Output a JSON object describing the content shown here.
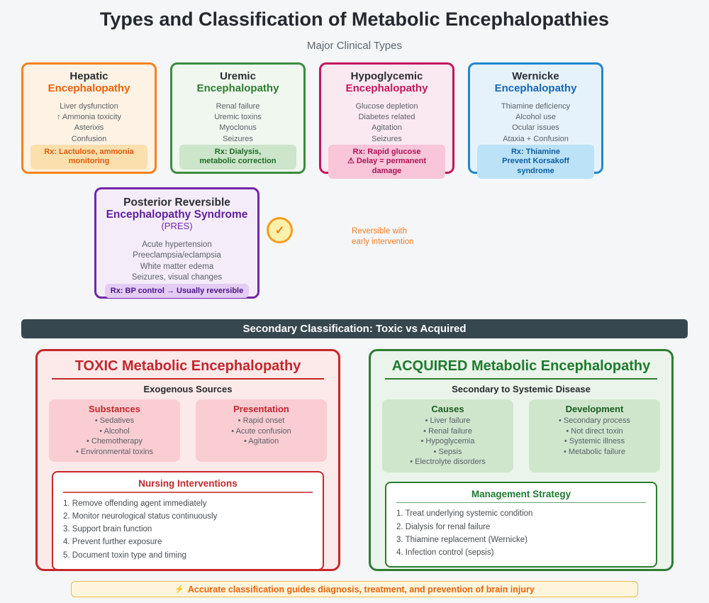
{
  "page": {
    "title": "Types and Classification of Metabolic Encephalopathies",
    "subtitle": "Major Clinical Types",
    "background": "#F4F6F8"
  },
  "clinical_types": [
    {
      "title": "Hepatic",
      "accent": "Encephalopathy",
      "features": [
        "Liver dysfunction",
        "↑ Ammonia toxicity",
        "Asterixis",
        "Confusion"
      ],
      "rx_lines": [
        "Rx: Lactulose, ammonia",
        "monitoring",
        ""
      ],
      "colors": {
        "border": "#F5821F",
        "bg": "#FDF2E3",
        "accent": "#E8630C",
        "rx_bg": "#FBDFAD",
        "rx_text": "#E05A0C"
      }
    },
    {
      "title": "Uremic",
      "accent": "Encephalopathy",
      "features": [
        "Renal failure",
        "Uremic toxins",
        "Myoclonus",
        "Seizures"
      ],
      "rx_lines": [
        "Rx: Dialysis,",
        "metabolic correction",
        ""
      ],
      "colors": {
        "border": "#3D8B41",
        "bg": "#F0F7EF",
        "accent": "#2E7D32",
        "rx_bg": "#CDE5CB",
        "rx_text": "#1E6B24"
      }
    },
    {
      "title": "Hypoglycemic",
      "accent": "Encephalopathy",
      "features": [
        "Glucose depletion",
        "Diabetes related",
        "Agitation",
        "Seizures"
      ],
      "rx_lines": [
        "Rx: Rapid glucose",
        "⚠ Delay = permanent",
        "damage"
      ],
      "colors": {
        "border": "#C2185B",
        "bg": "#FBE9F2",
        "accent": "#C2185B",
        "rx_bg": "#F8C5D9",
        "rx_text": "#AD1457"
      }
    },
    {
      "title": "Wernicke",
      "accent": "Encephalopathy",
      "features": [
        "Thiamine deficiency",
        "Alcohol use",
        "Ocular issues",
        "Ataxia + Confusion"
      ],
      "rx_lines": [
        "Rx: Thiamine",
        "Prevent Korsakoff",
        "syndrome"
      ],
      "colors": {
        "border": "#1E88D0",
        "bg": "#E6F2FB",
        "accent": "#1567B3",
        "rx_bg": "#BCE2F8",
        "rx_text": "#0C5D9E"
      }
    }
  ],
  "pres": {
    "title1": "Posterior Reversible",
    "title2": "Encephalopathy Syndrome",
    "title3": "(PRES)",
    "features": [
      "Acute hypertension",
      "Preeclampsia/eclampsia",
      "White matter edema",
      "Seizures, visual changes"
    ],
    "rx_lines": [
      "Rx: BP control → Usually reversible",
      "",
      ""
    ],
    "colors": {
      "border": "#7227A8",
      "bg": "#F5ECFA",
      "accent": "#5E1F9C",
      "rx_bg": "#E4CCF4",
      "rx_text": "#4A1486"
    }
  },
  "reversible_note": {
    "icon": "✓",
    "line1": "Reversible with",
    "line2": "early intervention",
    "color": "#F57C1F"
  },
  "section_bar": {
    "label": "Secondary Classification: Toxic vs Acquired",
    "bg": "#36474F",
    "text_color": "#FFFFFF"
  },
  "toxic": {
    "title": "TOXIC Metabolic Encephalopathy",
    "subtitle": "Exogenous Sources",
    "columns": [
      {
        "header": "Substances",
        "items": [
          "Sedatives",
          "Alcohol",
          "Chemotherapy",
          "Environmental toxins",
          ""
        ]
      },
      {
        "header": "Presentation",
        "items": [
          "Rapid onset",
          "Acute confusion",
          "Agitation",
          "",
          ""
        ]
      }
    ],
    "panel": {
      "header": "Nursing Interventions",
      "items": [
        "Remove offending agent immediately",
        "Monitor neurological status continuously",
        "Support brain function",
        "Prevent further exposure",
        "Document toxin type and timing"
      ]
    },
    "colors": {
      "border": "#C62828",
      "bg": "#FCE9E9",
      "title": "#C2272D",
      "col_bg": "#F9CDD2",
      "col_header": "#C2272D"
    }
  },
  "acquired": {
    "title": "ACQUIRED Metabolic Encephalopathy",
    "subtitle": "Secondary to Systemic Disease",
    "columns": [
      {
        "header": "Causes",
        "items": [
          "Liver failure",
          "Renal failure",
          "Hypoglycemia",
          "Sepsis",
          "Electrolyte disorders"
        ]
      },
      {
        "header": "Development",
        "items": [
          "Secondary process",
          "Not direct toxin",
          "Systemic illness",
          "Metabolic failure",
          ""
        ]
      }
    ],
    "panel": {
      "header": "Management Strategy",
      "items": [
        "Treat underlying systemic condition",
        "Dialysis for renal failure",
        "Thiamine replacement (Wernicke)",
        "Infection control (sepsis)",
        ""
      ]
    },
    "colors": {
      "border": "#2E7D32",
      "bg": "#EAF4EA",
      "title": "#1F7A2E",
      "col_bg": "#CFE6CD",
      "col_header": "#1B5E20"
    }
  },
  "footer": {
    "icon": "⚡",
    "text": "Accurate classification guides diagnosis, treatment, and prevention of brain injury",
    "colors": {
      "bg": "#FEF5DC",
      "border": "#F0BA4F",
      "text": "#E8640C"
    }
  }
}
